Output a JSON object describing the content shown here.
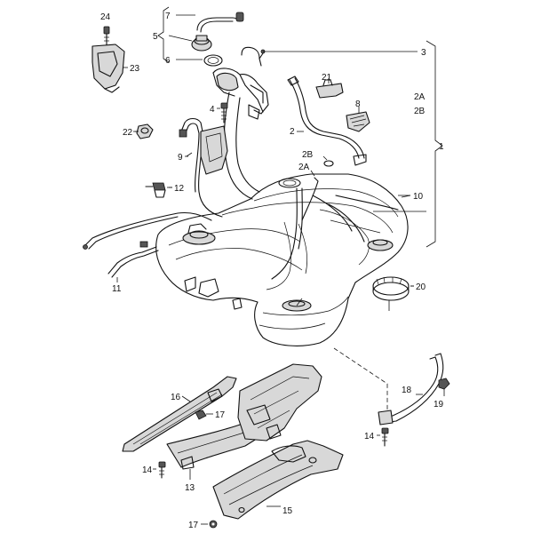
{
  "labels": {
    "l1": "1",
    "l2": "2",
    "l2A": "2A",
    "l2B": "2B",
    "l2A_top": "2A",
    "l2B_top": "2B",
    "l3": "3",
    "l4": "4",
    "l5": "5",
    "l6": "6",
    "l7": "7",
    "l8": "8",
    "l9": "9",
    "l10": "10",
    "l11": "11",
    "l12": "12",
    "l13": "13",
    "l14a": "14",
    "l14b": "14",
    "l15": "15",
    "l16": "16",
    "l17a": "17",
    "l17b": "17",
    "l18": "18",
    "l19": "19",
    "l20": "20",
    "l21": "21",
    "l22": "22",
    "l23": "23",
    "l24": "24"
  }
}
